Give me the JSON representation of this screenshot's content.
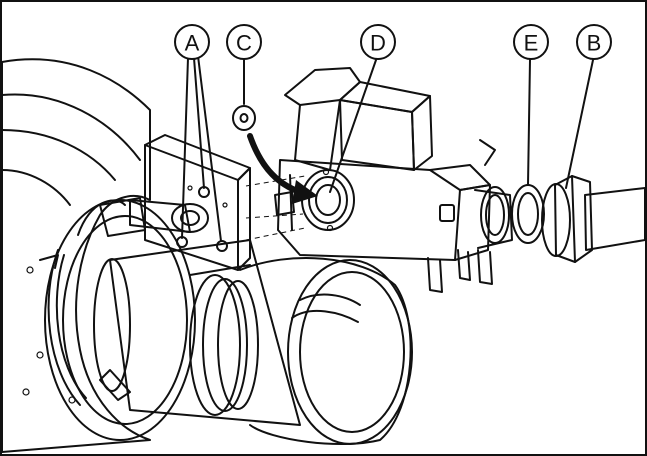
{
  "labels": {
    "A": "A",
    "B": "B",
    "C": "C",
    "D": "D",
    "E": "E"
  },
  "colors": {
    "stroke": "#111111",
    "shade_light": "#f2f2f2",
    "shade_mid": "#dcdcdc",
    "shade_dark": "#bfbfbf",
    "background": "#ffffff"
  }
}
